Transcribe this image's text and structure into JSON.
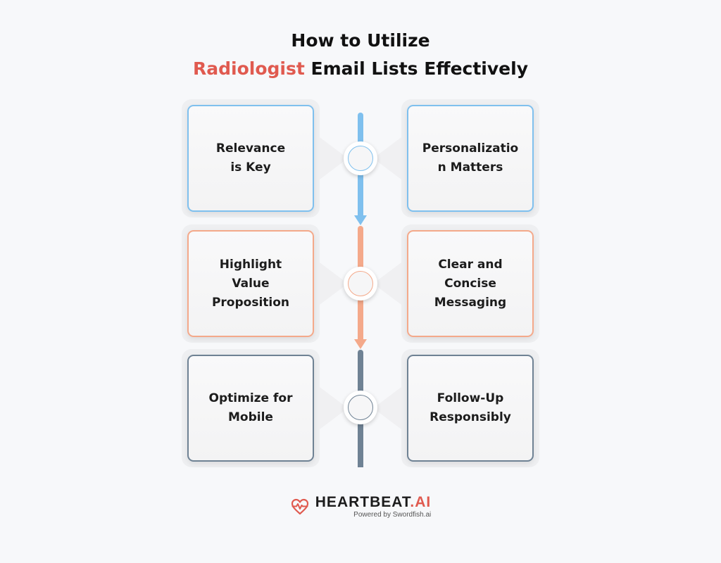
{
  "title": {
    "line1": "How to Utilize",
    "highlight": "Radiologist",
    "line2_rest": " Email Lists Effectively"
  },
  "rows": [
    {
      "left": "Relevance\nis Key",
      "right": "Personalizatio\nn Matters",
      "color": "#7fc0ee"
    },
    {
      "left": "Highlight\nValue\nProposition",
      "right": "Clear and\nConcise\nMessaging",
      "color": "#f4a98a"
    },
    {
      "left": "Optimize for\nMobile",
      "right": "Follow-Up\nResponsibly",
      "color": "#6f8294"
    }
  ],
  "footer": {
    "brand_main": "HEARTBEAT",
    "brand_suffix": ".AI",
    "tagline": "Powered by Swordfish.ai",
    "logo_icon": "heart-pulse-icon"
  },
  "colors": {
    "accent_red": "#e05a4f",
    "blue": "#7fc0ee",
    "orange": "#f4a98a",
    "slate": "#6f8294"
  }
}
